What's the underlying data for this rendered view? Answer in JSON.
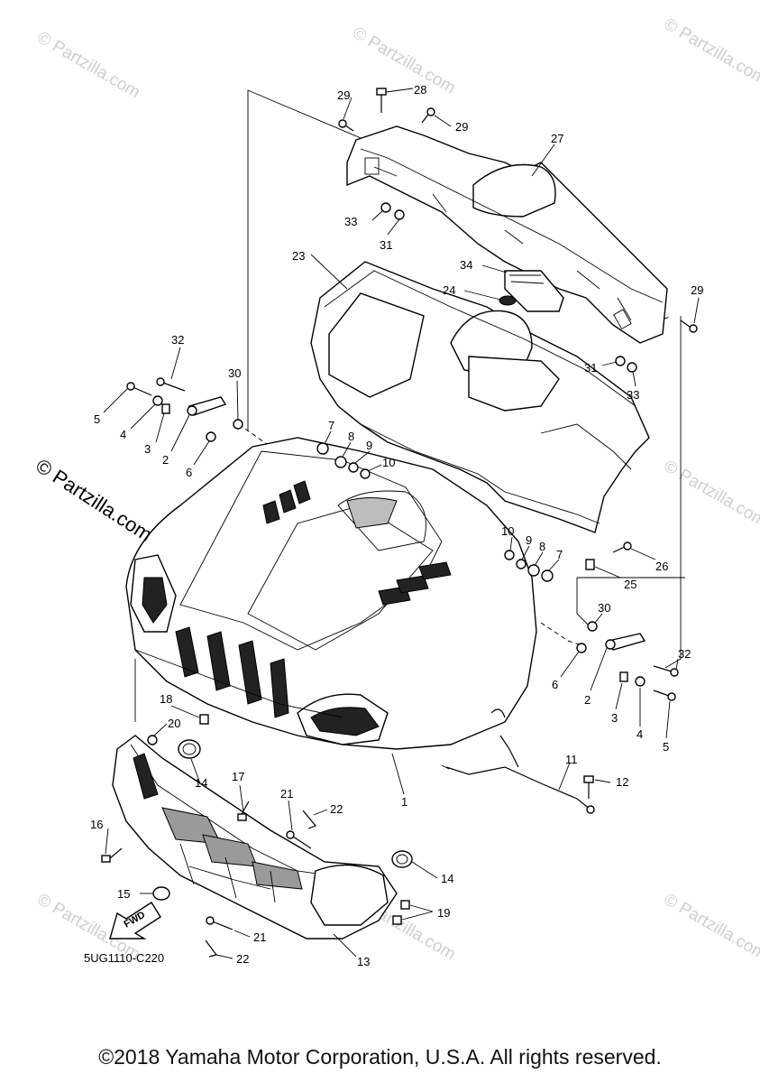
{
  "diagram": {
    "code": "5UG1110-C220",
    "fwd_label": "FWD",
    "callouts": {
      "n1": "1",
      "n2a": "2",
      "n2b": "2",
      "n3a": "3",
      "n3b": "3",
      "n4a": "4",
      "n4b": "4",
      "n5a": "5",
      "n5b": "5",
      "n6a": "6",
      "n6b": "6",
      "n7a": "7",
      "n7b": "7",
      "n8a": "8",
      "n8b": "8",
      "n9a": "9",
      "n9b": "9",
      "n10a": "10",
      "n10b": "10",
      "n11": "11",
      "n12": "12",
      "n13": "13",
      "n14a": "14",
      "n14b": "14",
      "n15": "15",
      "n16": "16",
      "n17": "17",
      "n18": "18",
      "n19": "19",
      "n20": "20",
      "n21a": "21",
      "n21b": "21",
      "n22a": "22",
      "n22b": "22",
      "n23": "23",
      "n24": "24",
      "n25": "25",
      "n26": "26",
      "n27": "27",
      "n28": "28",
      "n29a": "29",
      "n29b": "29",
      "n29c": "29",
      "n30a": "30",
      "n30b": "30",
      "n31a": "31",
      "n31b": "31",
      "n32a": "32",
      "n32b": "32",
      "n33a": "33",
      "n33b": "33",
      "n34": "34"
    }
  },
  "watermarks": {
    "main": "© Partzilla.com",
    "faint": "© Partzilla.com"
  },
  "footer": {
    "copyright": "©2018 Yamaha Motor Corporation, U.S.A. All rights reserved."
  }
}
